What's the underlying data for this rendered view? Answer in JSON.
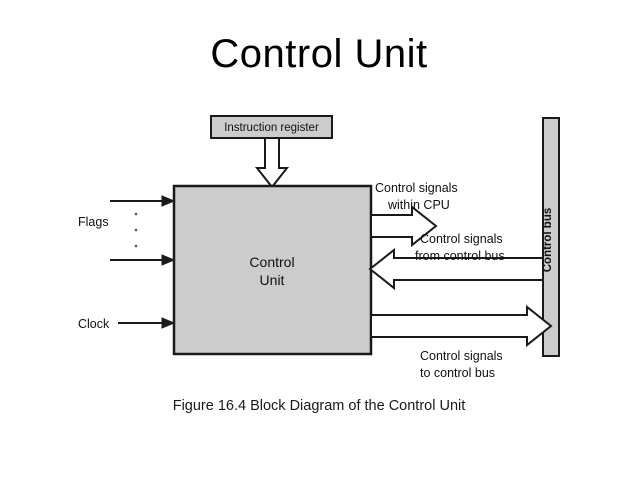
{
  "slide": {
    "title": "Control Unit",
    "caption": "Figure 16.4   Block Diagram of the Control Unit"
  },
  "diagram": {
    "instruction_register": {
      "label": "Instruction register"
    },
    "control_unit": {
      "line1": "Control",
      "line2": "Unit"
    },
    "control_bus": {
      "label": "Control bus"
    },
    "inputs": {
      "flags_label": "Flags",
      "clock_label": "Clock",
      "ellipsis": "."
    },
    "outputs": {
      "within_cpu_line1": "Control signals",
      "within_cpu_line2": "within CPU",
      "from_bus_line1": "Control signals",
      "from_bus_line2": "from control bus",
      "to_bus_line1": "Control signals",
      "to_bus_line2": "to  control bus"
    },
    "colors": {
      "box_fill": "#cccccc",
      "box_stroke": "#1a1a1a",
      "arrow_fill": "#ffffff",
      "arrow_stroke": "#1a1a1a",
      "background": "#ffffff",
      "text": "#111111"
    }
  }
}
